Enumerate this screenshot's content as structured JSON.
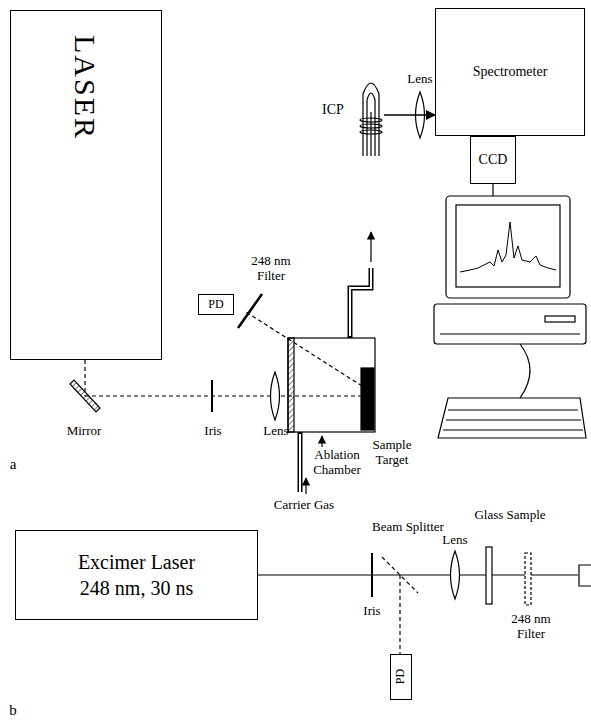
{
  "diagram": {
    "nodes": [
      {
        "text": [
          "LASER"
        ]
      },
      {
        "text": [
          "PD"
        ]
      },
      {
        "text": [
          "ICP"
        ]
      },
      {
        "text": [
          "Spectrometer"
        ]
      },
      {
        "text": [
          "CCD"
        ]
      },
      {
        "text": [
          "Excimer Laser",
          "248 nm, 30 ns"
        ]
      },
      {
        "text": [
          "PD"
        ]
      }
    ],
    "edges": [
      {
        "from": 2,
        "to": 3,
        "arrow": "to"
      }
    ],
    "labels": [
      "248 nm Filter",
      "Mirror",
      "Iris",
      "Lens",
      "Ablation Chamber",
      "Sample Target",
      "Carrier Gas",
      "Lens",
      "a",
      "Beam Splitter",
      "Glass Sample",
      "Iris",
      "Lens",
      "248 nm Filter",
      "b"
    ]
  }
}
